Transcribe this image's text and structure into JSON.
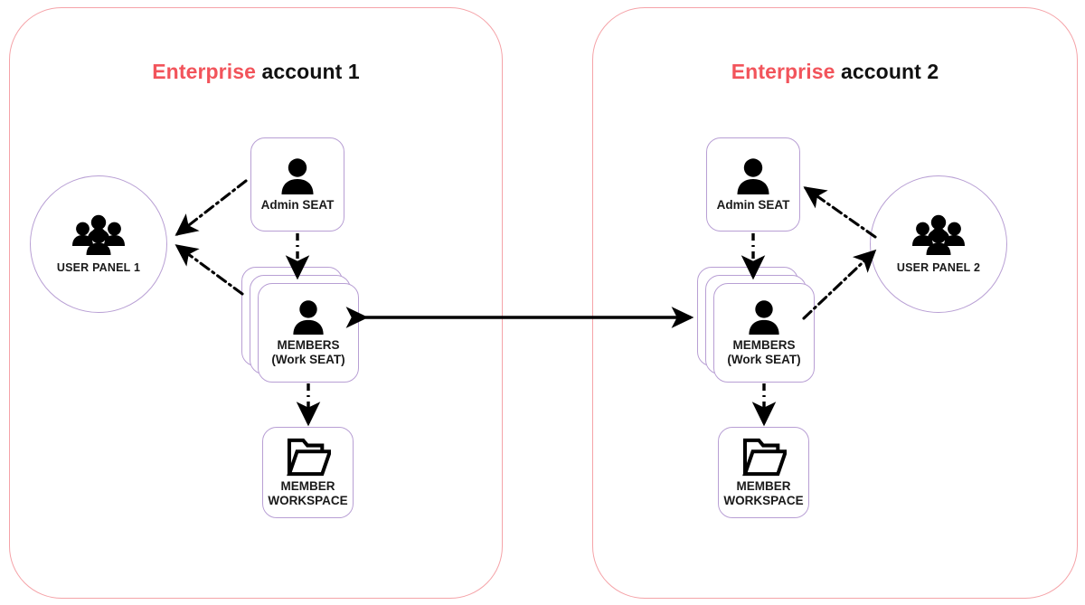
{
  "diagram": {
    "title_prefix": "Enterprise",
    "accounts": [
      {
        "id": "account-1",
        "title_keyword": "Enterprise",
        "title_rest": " account 1",
        "user_panel": {
          "label": "USER PANEL 1",
          "icon": "users-group-icon"
        },
        "admin_seat": {
          "label": "Admin SEAT",
          "icon": "user-icon"
        },
        "members": {
          "label": "MEMBERS\n(Work SEAT)",
          "icon": "user-icon"
        },
        "workspace": {
          "label": "MEMBER\nWORKSPACE",
          "icon": "folder-icon"
        }
      },
      {
        "id": "account-2",
        "title_keyword": "Enterprise",
        "title_rest": " account 2",
        "user_panel": {
          "label": "USER PANEL 2",
          "icon": "users-group-icon"
        },
        "admin_seat": {
          "label": "Admin SEAT",
          "icon": "user-icon"
        },
        "members": {
          "label": "MEMBERS\n(Work SEAT)",
          "icon": "user-icon"
        },
        "workspace": {
          "label": "MEMBER\nWORKSPACE",
          "icon": "folder-icon"
        }
      }
    ],
    "colors": {
      "container_border": "#f5a3a8",
      "accent_red": "#f2545b",
      "node_border": "#b89fd4",
      "connector": "#000000",
      "text": "#1a1a1a",
      "background": "#ffffff"
    },
    "connectors": [
      {
        "name": "admin-seat-1-to-user-panel-1",
        "style": "dash-dot",
        "direction": "to-user-panel"
      },
      {
        "name": "members-1-to-user-panel-1",
        "style": "dash-dot",
        "direction": "to-user-panel"
      },
      {
        "name": "admin-seat-1-to-members-1",
        "style": "dash-dot",
        "direction": "down"
      },
      {
        "name": "members-1-to-workspace-1",
        "style": "dash-dot",
        "direction": "down"
      },
      {
        "name": "members-1-to-members-2",
        "style": "solid",
        "direction": "bidirectional"
      },
      {
        "name": "user-panel-2-to-admin-seat-2",
        "style": "dash-dot",
        "direction": "to-admin-seat"
      },
      {
        "name": "members-2-to-user-panel-2",
        "style": "dash-dot",
        "direction": "to-user-panel"
      },
      {
        "name": "admin-seat-2-to-members-2",
        "style": "dash-dot",
        "direction": "down"
      },
      {
        "name": "members-2-to-workspace-2",
        "style": "dash-dot",
        "direction": "down"
      }
    ]
  }
}
